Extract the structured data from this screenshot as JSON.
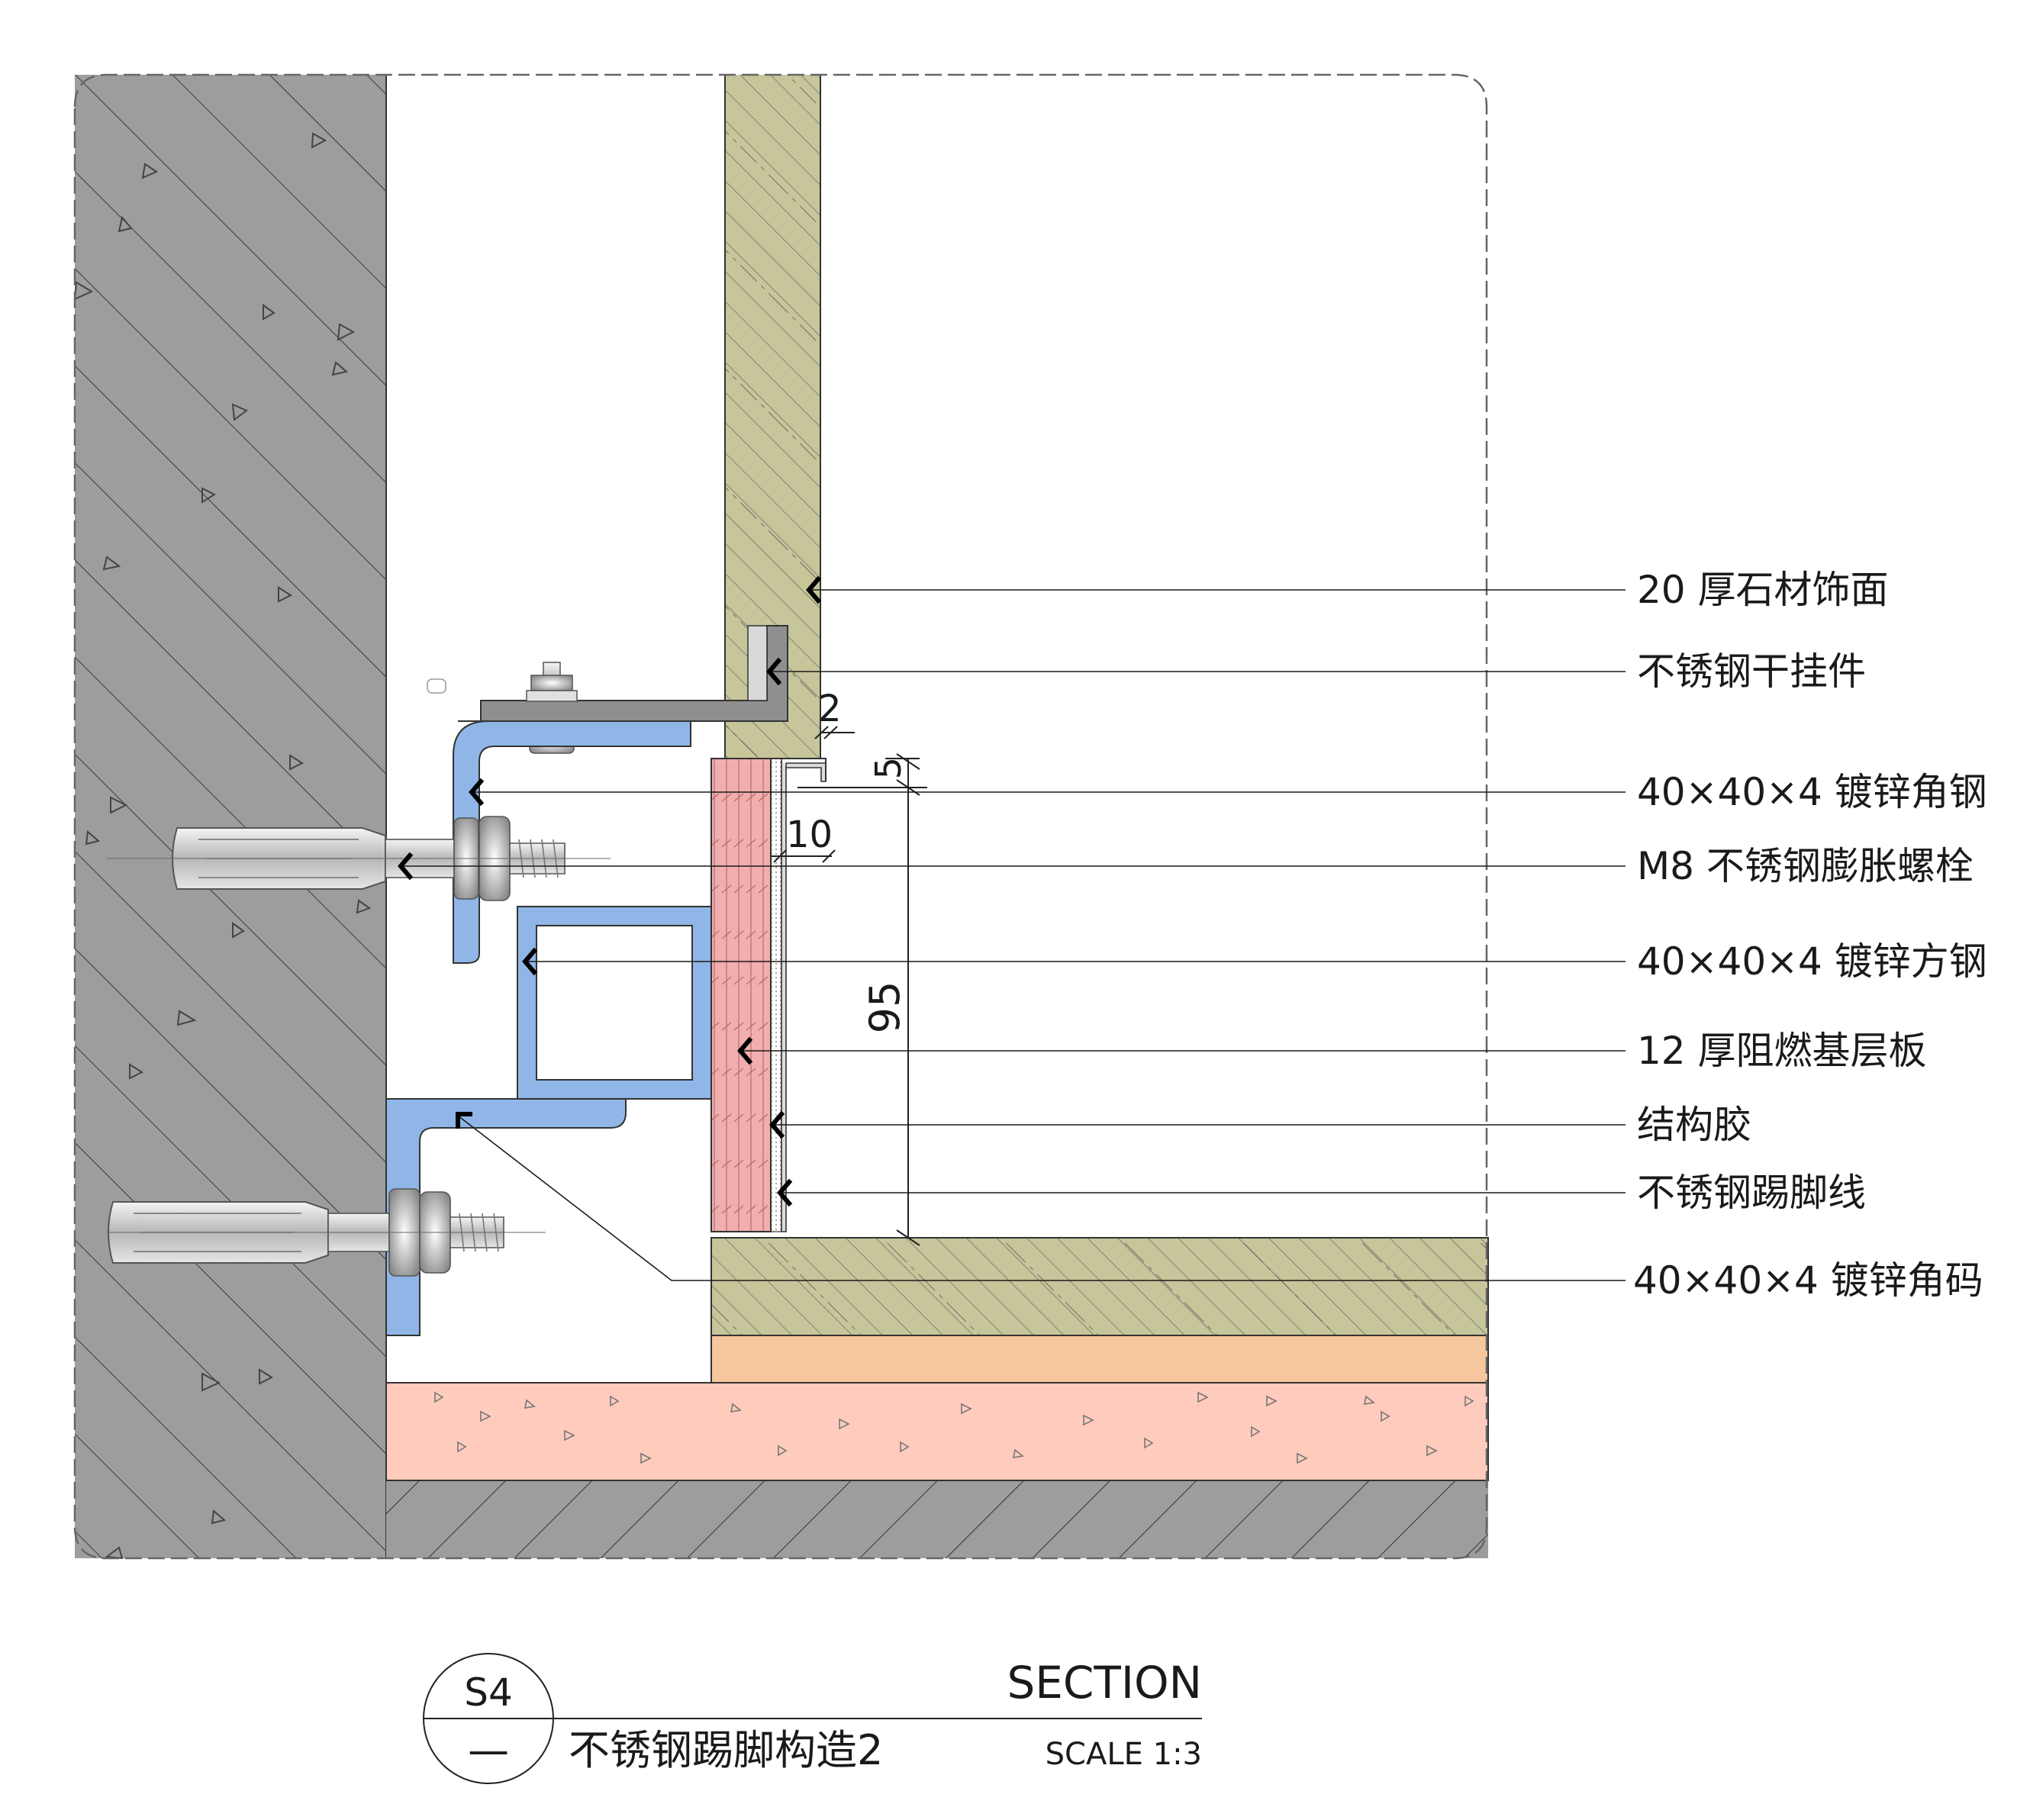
{
  "colors": {
    "concrete": "#9d9d9d",
    "stone": "#c7c59a",
    "steel_blue": "#8fb6e6",
    "board_pink": "#f0aeae",
    "mortar": "#f6c79d",
    "screed": "#ffcbbc",
    "bracket_grey": "#8f8f8f",
    "leader": "#1a1a1a"
  },
  "labels": [
    {
      "text": "20 厚石材饰面",
      "icon": "stone-facing"
    },
    {
      "text": "不锈钢干挂件",
      "icon": "dry-hanging-clip"
    },
    {
      "text": "40×40×4 镀锌角钢",
      "icon": "galvanized-angle-steel"
    },
    {
      "text": "M8 不锈钢膨胀螺栓",
      "icon": "expansion-bolt"
    },
    {
      "text": "40×40×4 镀锌方钢",
      "icon": "galvanized-square-steel"
    },
    {
      "text": "12 厚阻燃基层板",
      "icon": "fire-retardant-board"
    },
    {
      "text": "结构胶",
      "icon": "structural-adhesive"
    },
    {
      "text": "不锈钢踢脚线",
      "icon": "stainless-skirting"
    },
    {
      "text": "40×40×4 镀锌角码",
      "icon": "galvanized-angle-bracket"
    }
  ],
  "dimensions": {
    "d2": "2",
    "d5": "5",
    "d10": "10",
    "d95": "95"
  },
  "title_block": {
    "ref": "S4",
    "sheet": "—",
    "section": "SECTION",
    "name": "不锈钢踢脚构造2",
    "scale": "SCALE 1:3"
  }
}
